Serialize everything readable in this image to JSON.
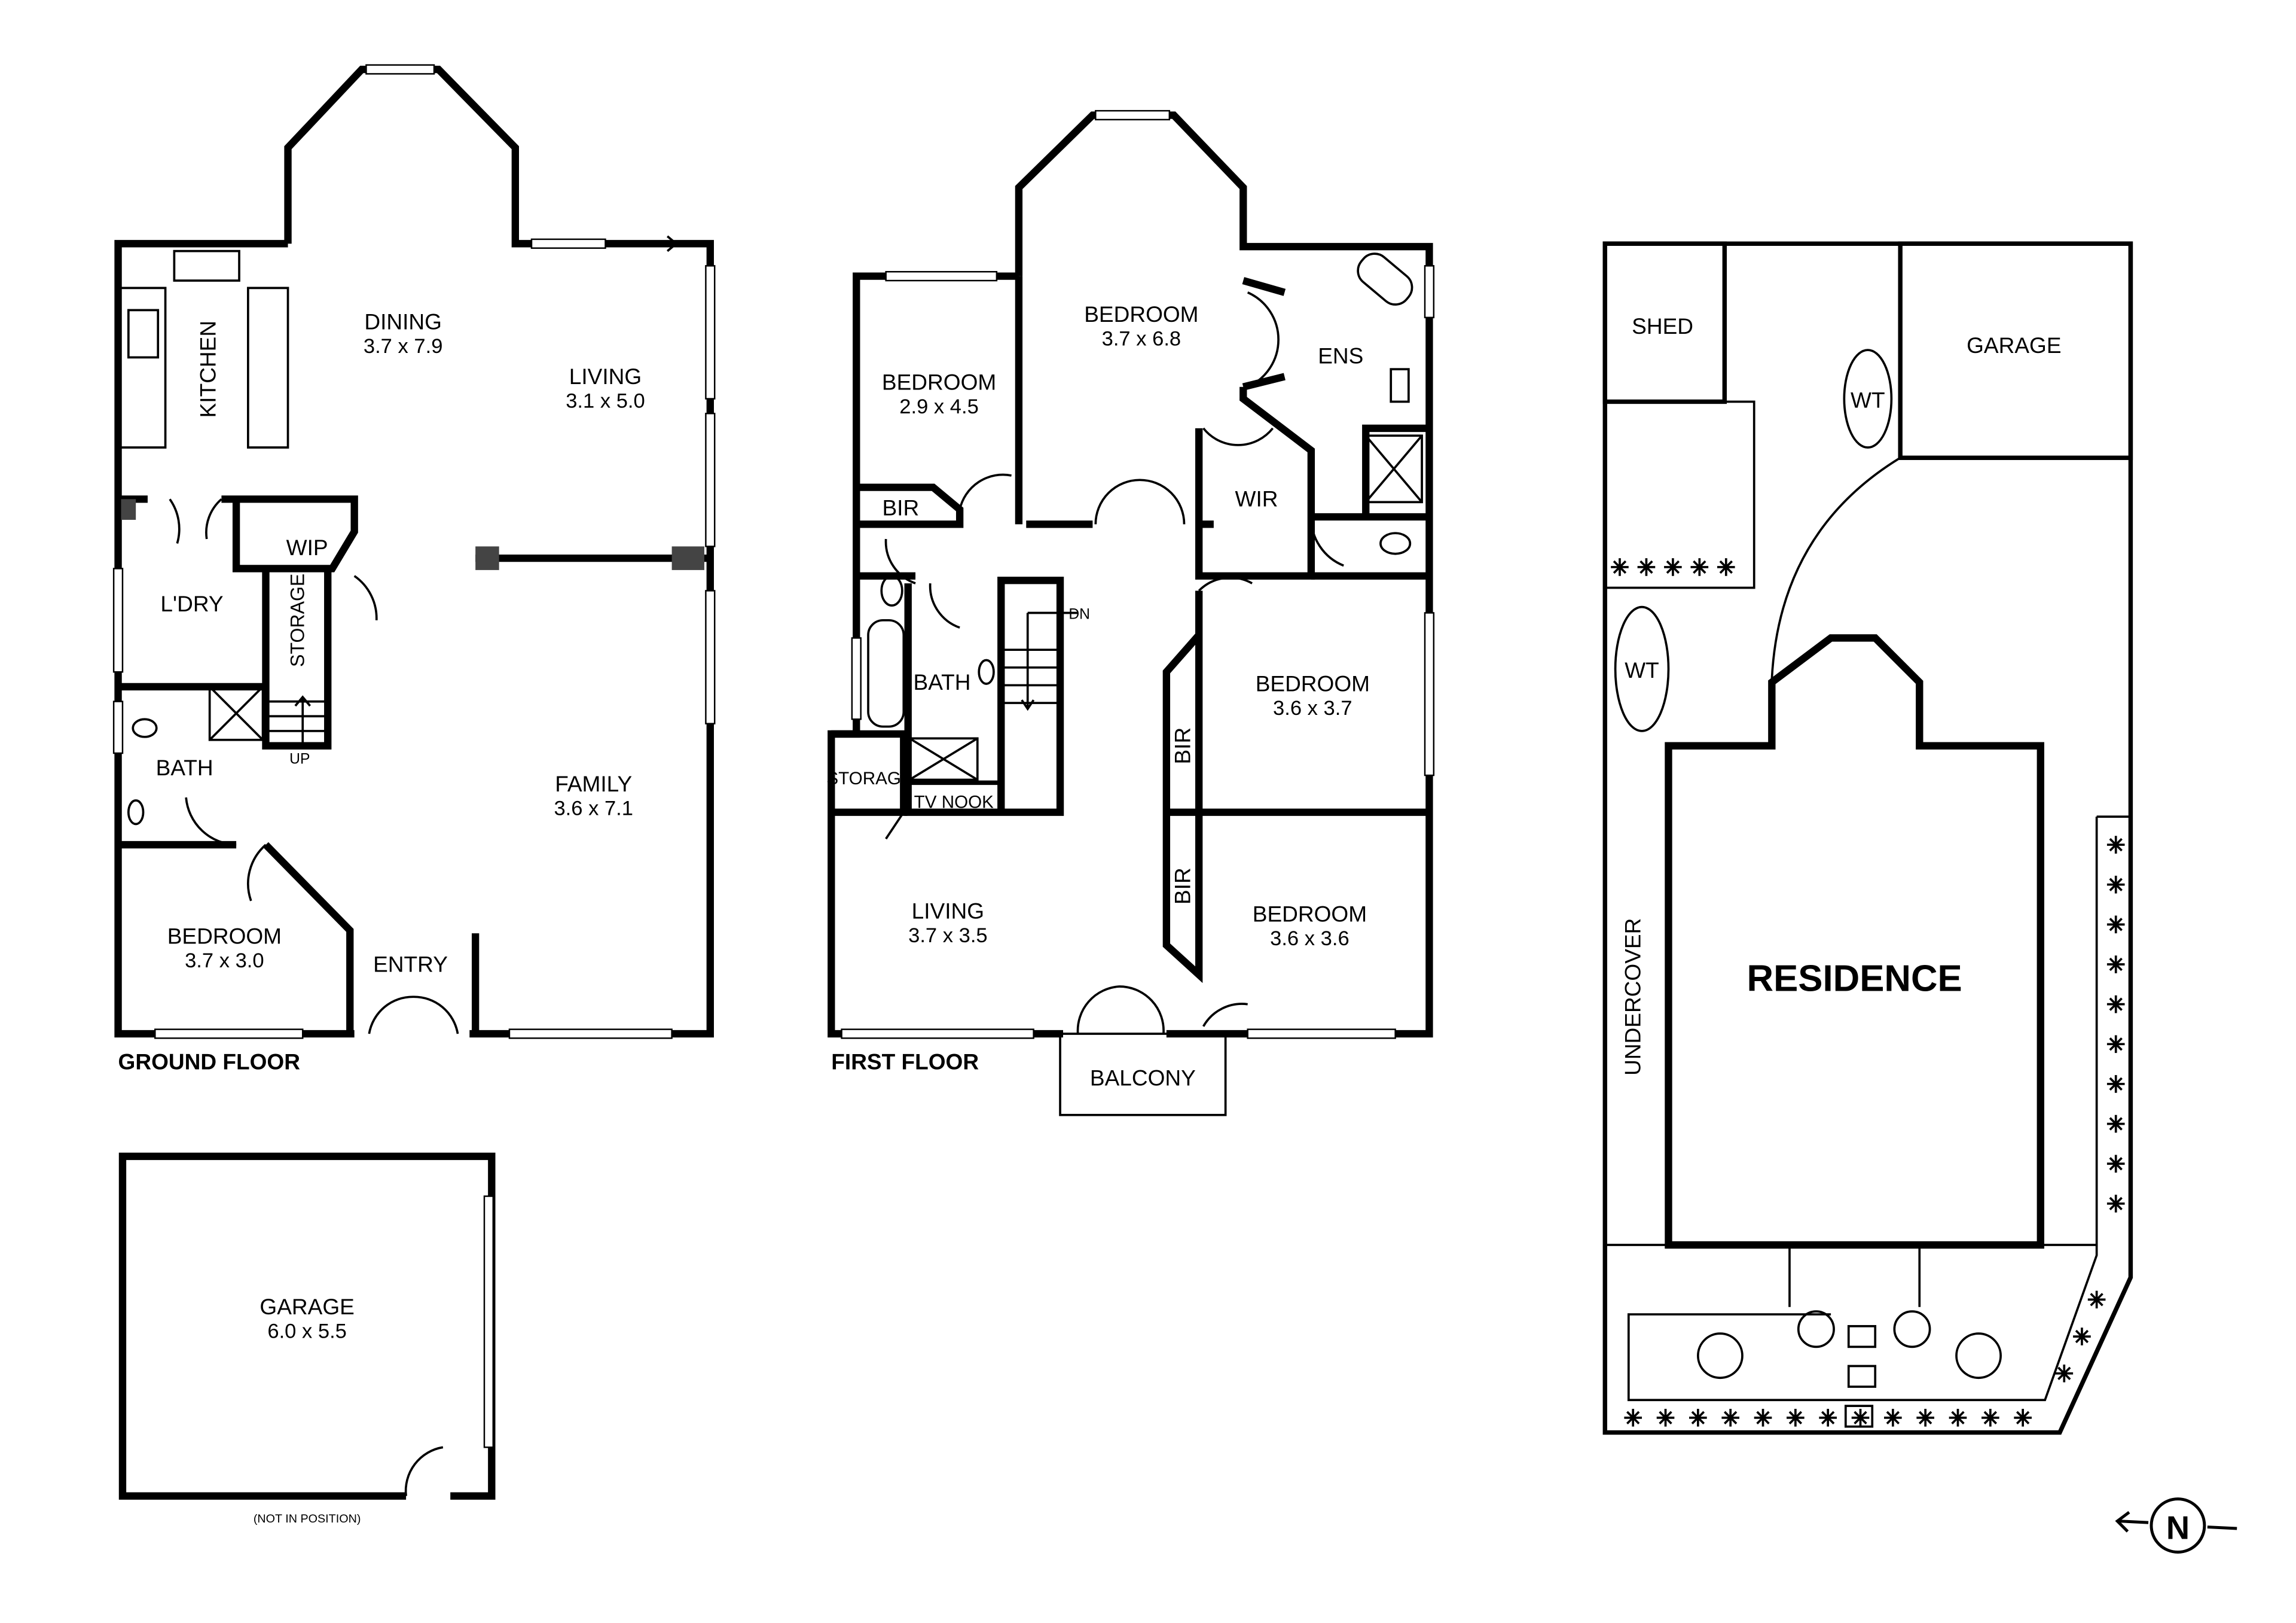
{
  "ground_floor": {
    "title": "GROUND FLOOR",
    "rooms": {
      "dining": {
        "name": "DINING",
        "size": "3.7 x 7.9"
      },
      "living": {
        "name": "LIVING",
        "size": "3.1 x 5.0"
      },
      "kitchen": {
        "name": "KITCHEN"
      },
      "wip": {
        "name": "WIP"
      },
      "laundry": {
        "name": "L'DRY"
      },
      "storage": {
        "name": "STORAGE"
      },
      "bath": {
        "name": "BATH"
      },
      "family": {
        "name": "FAMILY",
        "size": "3.6 x 7.1"
      },
      "bedroom": {
        "name": "BEDROOM",
        "size": "3.7 x 3.0"
      },
      "entry": {
        "name": "ENTRY"
      }
    },
    "stair_label": "UP"
  },
  "first_floor": {
    "title": "FIRST FLOOR",
    "rooms": {
      "bedroom_main": {
        "name": "BEDROOM",
        "size": "3.7 x 6.8"
      },
      "bedroom_2": {
        "name": "BEDROOM",
        "size": "2.9 x 4.5"
      },
      "ens": {
        "name": "ENS"
      },
      "bir_1": {
        "name": "BIR"
      },
      "wir": {
        "name": "WIR"
      },
      "bath": {
        "name": "BATH"
      },
      "bedroom_3": {
        "name": "BEDROOM",
        "size": "3.6 x 3.7"
      },
      "bir_2": {
        "name": "BIR"
      },
      "bir_3": {
        "name": "BIR"
      },
      "storage": {
        "name": "STORAGE"
      },
      "tv_nook": {
        "name": "TV NOOK"
      },
      "living": {
        "name": "LIVING",
        "size": "3.7 x 3.5"
      },
      "bedroom_4": {
        "name": "BEDROOM",
        "size": "3.6 x 3.6"
      },
      "balcony": {
        "name": "BALCONY"
      }
    },
    "stair_label": "DN"
  },
  "garage_plan": {
    "name": "GARAGE",
    "size": "6.0 x 5.5",
    "note": "(NOT IN POSITION)"
  },
  "site_plan": {
    "shed": "SHED",
    "garage": "GARAGE",
    "wt_1": "WT",
    "wt_2": "WT",
    "undercover": "UNDERCOVER",
    "residence": "RESIDENCE"
  },
  "compass": {
    "label": "N",
    "icon": "north-arrow-icon",
    "direction": "left"
  }
}
